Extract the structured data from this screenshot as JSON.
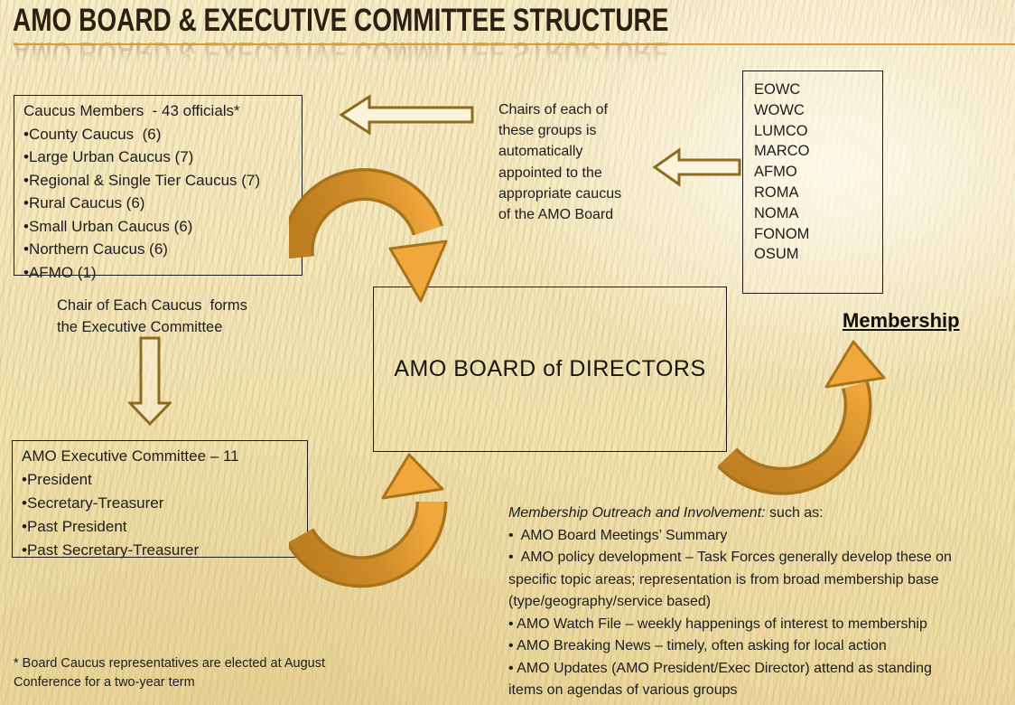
{
  "slide": {
    "title": "AMO BOARD & EXECUTIVE COMMITTEE STRUCTURE"
  },
  "caucus_box": {
    "heading": "Caucus Members  - 43 officials*",
    "items": [
      "•County Caucus  (6)",
      "•Large Urban Caucus (7)",
      "•Regional & Single Tier Caucus (7)",
      "•Rural Caucus (6)",
      "•Small Urban Caucus (6)",
      "•Northern Caucus (6)",
      "•AFMO (1)"
    ]
  },
  "chairs_note": "Chairs of each of\nthese groups is\nautomatically\nappointed to the\nappropriate caucus\nof the AMO Board",
  "groups_box": {
    "items": [
      "EOWC",
      "WOWC",
      "LUMCO",
      "MARCO",
      "AFMO",
      "ROMA",
      "NOMA",
      "FONOM",
      "OSUM"
    ]
  },
  "membership_heading": "Membership",
  "board_box": {
    "label": "AMO BOARD of DIRECTORS"
  },
  "chair_forms_note": "Chair of Each Caucus  forms\nthe Executive Committee",
  "exec_box": {
    "heading": "AMO Executive Committee – 11",
    "items": [
      "•President",
      "•Secretary-Treasurer",
      "•Past President",
      "•Past Secretary-Treasurer"
    ]
  },
  "membership_outreach": {
    "intro_italic": "Membership Outreach and Involvement:",
    "intro_rest": " such as:",
    "lines": [
      "•  AMO Board Meetings’ Summary",
      "•  AMO policy development – Task Forces generally develop these on",
      "specific topic areas; representation is from broad membership base",
      "(type/geography/service based)",
      "• AMO Watch File – weekly happenings of interest to membership",
      "• AMO Breaking News – timely, often asking for local action",
      "• AMO Updates (AMO President/Exec Director) attend as standing",
      "items on agendas of various groups"
    ]
  },
  "footnote": "* Board Caucus representatives are elected at August\nConference for a two-year term",
  "icons": {
    "hollow-left-arrow-icon": "outlined block arrow pointing left",
    "hollow-down-arrow-icon": "outlined block arrow pointing down",
    "curved-arrow-icon": "solid orange curved arrow with dark-to-light shading"
  },
  "colors": {
    "background": "#f2e4b6",
    "stripe": "#e3d096",
    "accent_orange": "#f0a83c",
    "arrow_dark": "#bf7f22",
    "arrow_outline": "#a9731c",
    "hollow_arrow_fill": "#fbf3da",
    "hollow_arrow_stroke": "#8f6b22",
    "title_text": "#2b2013",
    "title_rule": "#dc9c33",
    "box_border": "#1c1c1c",
    "body_text": "#1d1d1d"
  }
}
